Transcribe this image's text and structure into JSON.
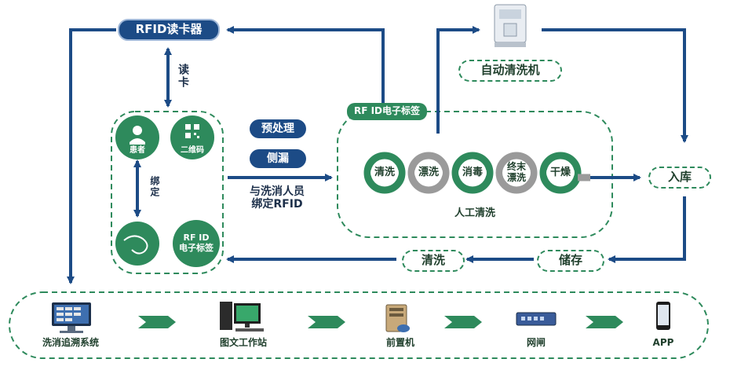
{
  "reader": {
    "label": "RFID读卡器"
  },
  "links": {
    "read_card": "读卡",
    "bind": "绑定"
  },
  "left_panel": {
    "patient": "患者",
    "qr_code": "二维码",
    "rf_tag": "RF ID\n电子标签"
  },
  "process": {
    "pretreatment": "预处理",
    "leak_test": "侧漏",
    "bind_text": "与洗消人员\n绑定RFID"
  },
  "manual_panel": {
    "tag": "RF ID电子标签",
    "steps": [
      "清洗",
      "漂洗",
      "消毒",
      "终末\n漂洗",
      "干燥"
    ],
    "caption": "人工清洗"
  },
  "machine": {
    "label": "自动清洗机"
  },
  "storage_flow": {
    "in_store": "入库",
    "store": "储存",
    "wash": "清洗"
  },
  "system_row": [
    {
      "label": "洗消追溯系统",
      "icon": "monitor-icon"
    },
    {
      "label": "图文工作站",
      "icon": "workstation-icon"
    },
    {
      "label": "前置机",
      "icon": "server-icon"
    },
    {
      "label": "网闸",
      "icon": "gateway-icon"
    },
    {
      "label": "APP",
      "icon": "phone-icon"
    }
  ],
  "colors": {
    "navy": "#1c4b86",
    "green": "#2e8a5c",
    "gray": "#9a9a9a"
  }
}
